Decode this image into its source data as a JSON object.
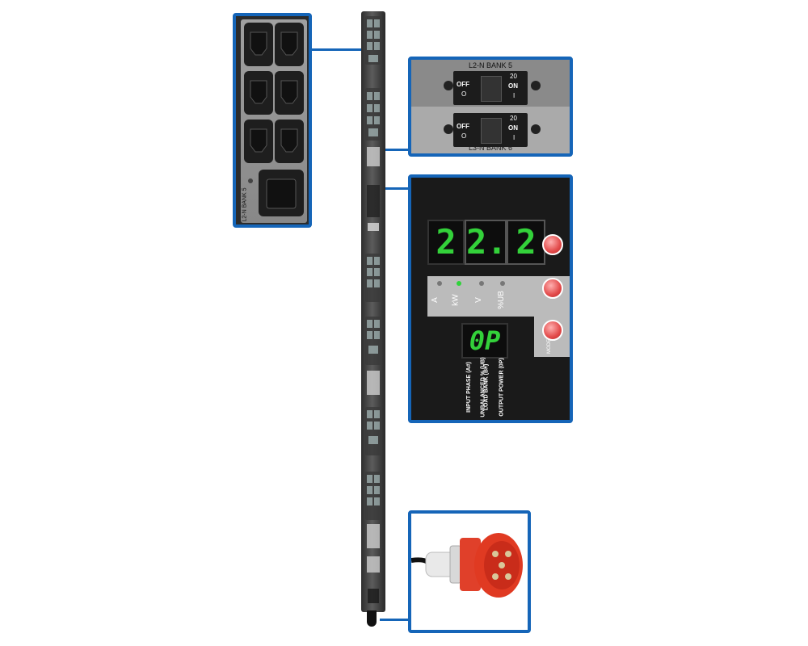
{
  "outlet_panel": {
    "bank_label": "L2-N BANK 5"
  },
  "breaker_panel": {
    "top_label": "L2-N BANK 5",
    "bottom_label": "L3-N BANK 6",
    "breakers": [
      {
        "off": "OFF",
        "on": "ON",
        "rating": "20",
        "on_mark": "I",
        "off_mark": "O"
      },
      {
        "off": "OFF",
        "on": "ON",
        "rating": "20",
        "on_mark": "I",
        "off_mark": "O"
      }
    ]
  },
  "meter": {
    "display_digits": [
      "2",
      "2.",
      "2"
    ],
    "mode_display": "0P",
    "indicators": [
      "A",
      "kW",
      "V",
      "%UB"
    ],
    "mode_button": "MODE",
    "legend": [
      "INPUT PHASE (A#)",
      "UNBALANCED % (UB)",
      "LOAD BANK (B#)",
      "OUTPUT POWER (0P)"
    ],
    "colors": {
      "digit": "#33d13a",
      "accent": "#1565b8"
    }
  },
  "icons": [
    "outlet-icon",
    "breaker-icon",
    "up-arrow-button-icon",
    "down-arrow-button-icon",
    "mode-button-icon",
    "plug-icon"
  ]
}
